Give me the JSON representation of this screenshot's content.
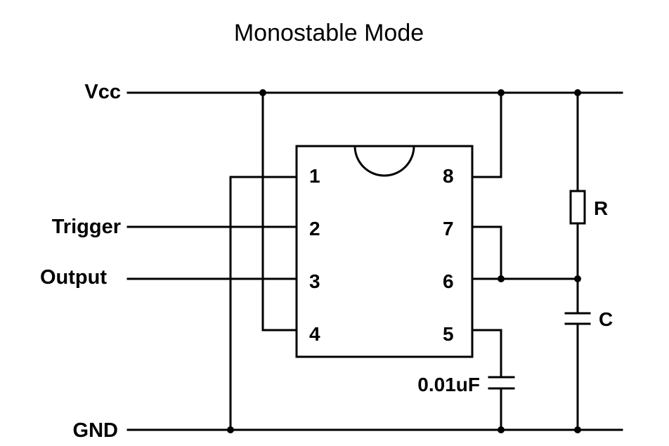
{
  "title": "Monostable Mode",
  "labels": {
    "vcc": "Vcc",
    "trigger": "Trigger",
    "output": "Output",
    "gnd": "GND"
  },
  "pins": {
    "p1": "1",
    "p2": "2",
    "p3": "3",
    "p4": "4",
    "p5": "5",
    "p6": "6",
    "p7": "7",
    "p8": "8"
  },
  "components": {
    "resistor": "R",
    "timing_capacitor": "C",
    "control_capacitor": "0.01uF"
  },
  "colors": {
    "ink": "#000000",
    "background": "#ffffff"
  }
}
